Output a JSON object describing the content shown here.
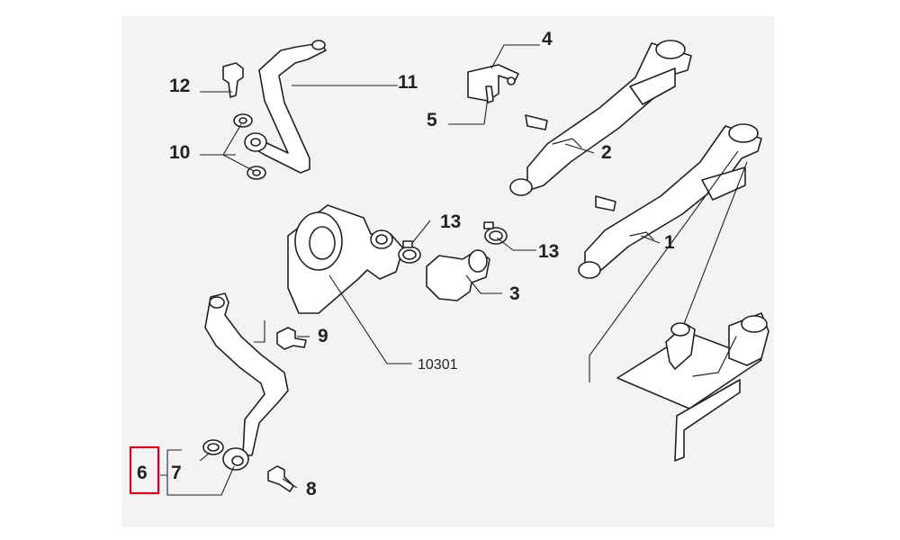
{
  "diagram": {
    "highlight_color": "#d0021b",
    "line_color": "#222222",
    "background_color": "#f3f3f3",
    "callouts": {
      "c1": "1",
      "c2": "2",
      "c3": "3",
      "c4": "4",
      "c5": "5",
      "c6": "6",
      "c7": "7",
      "c8": "8",
      "c9": "9",
      "c10": "10",
      "c11": "11",
      "c12": "12",
      "c13a": "13",
      "c13b": "13",
      "c10301": "10301"
    },
    "highlighted_callout": "6"
  }
}
